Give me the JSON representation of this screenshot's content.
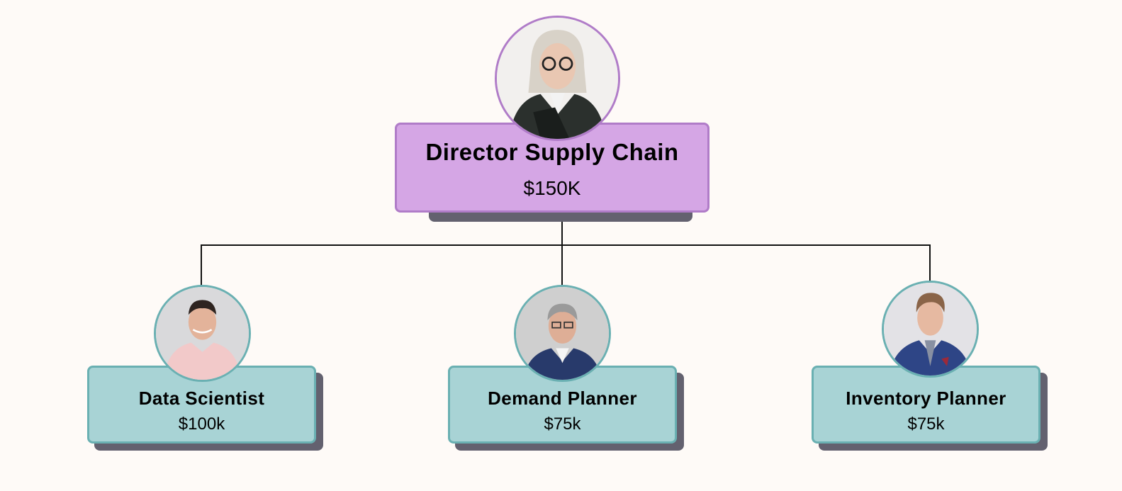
{
  "root": {
    "title": "Director Supply Chain",
    "salary": "$150K",
    "avatar": "person-photo-woman-glasses"
  },
  "children": [
    {
      "title": "Data Scientist",
      "salary": "$100k",
      "avatar": "person-photo-man-pink-shirt"
    },
    {
      "title": "Demand Planner",
      "salary": "$75k",
      "avatar": "person-photo-man-gray-hair"
    },
    {
      "title": "Inventory Planner",
      "salary": "$75k",
      "avatar": "person-photo-man-blue-suit"
    }
  ],
  "colors": {
    "root_fill": "#d5a6e5",
    "root_border": "#b07cc8",
    "child_fill": "#a8d3d5",
    "child_border": "#6ab0b2",
    "shadow": "#63616f",
    "background": "#fefaf7"
  }
}
